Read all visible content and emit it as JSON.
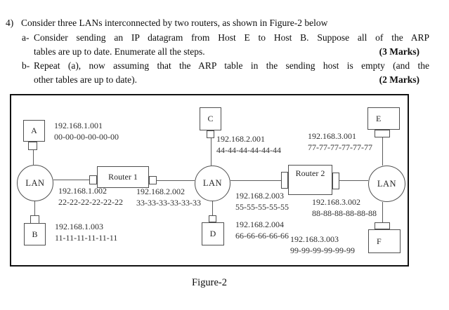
{
  "question": {
    "number": "4)",
    "intro": "Consider three LANs interconnected by two routers, as shown in Figure-2 below",
    "part_a": {
      "prefix": "a-",
      "line1": "Consider sending an IP datagram from Host E to Host B. Suppose all of the ARP",
      "line2": "tables are up to date. Enumerate all the steps.",
      "marks": "(3 Marks)"
    },
    "part_b": {
      "prefix": "b-",
      "line1": "Repeat (a), now assuming that the ARP table in the sending host is empty (and the",
      "line2": "other tables are up to date).",
      "marks": "(2 Marks)"
    }
  },
  "figure": {
    "caption": "Figure-2",
    "lan_label": "LAN",
    "routers": {
      "r1": "Router 1",
      "r2": "Router 2"
    },
    "hosts": {
      "a": "A",
      "b": "B",
      "c": "C",
      "d": "D",
      "e": "E",
      "f": "F"
    },
    "labels": {
      "host_a": {
        "ip": "192.168.1.001",
        "mac": "00-00-00-00-00-00"
      },
      "router1_lan1": {
        "ip": "192.168.1.002",
        "mac": "22-22-22-22-22-22"
      },
      "host_b": {
        "ip": "192.168.1.003",
        "mac": "11-11-11-11-11-11"
      },
      "router1_lan2": {
        "ip": "192.168.2.002",
        "mac": "33-33-33-33-33-33"
      },
      "host_c": {
        "ip": "192.168.2.001",
        "mac": "44-44-44-44-44-44"
      },
      "router2_lan2": {
        "ip": "192.168.2.003",
        "mac": "55-55-55-55-55"
      },
      "host_d": {
        "ip": "192.168.2.004",
        "mac": "66-66-66-66-66"
      },
      "router2_lan3_top": {
        "ip": "192.168.3.001",
        "mac": "77-77-77-77-77-77"
      },
      "router2_lan3": {
        "ip": "192.168.3.002",
        "mac": "88-88-88-88-88-88"
      },
      "host_f": {
        "ip": "192.168.3.003",
        "mac": "99-99-99-99-99-99"
      }
    }
  }
}
